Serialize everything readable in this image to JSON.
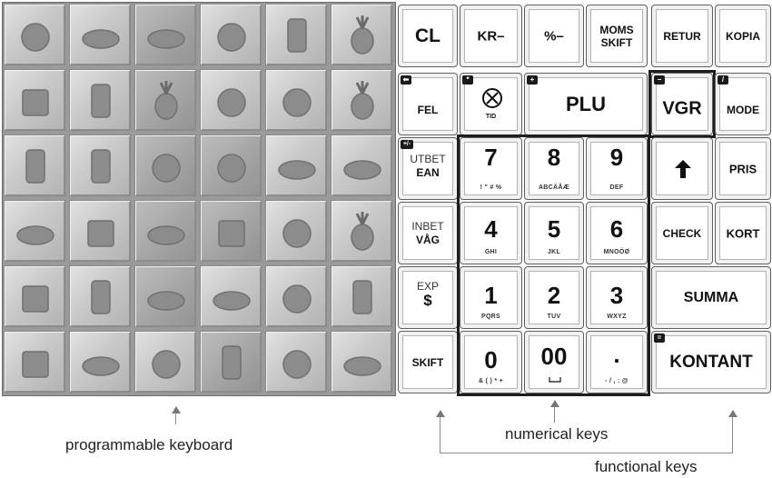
{
  "programmable_keyboard": {
    "label": "programmable keyboard",
    "items": [
      {
        "icon": "donuts-icon"
      },
      {
        "icon": "bread-loaf-icon"
      },
      {
        "icon": "sliced-bread-icon"
      },
      {
        "icon": "cherries-icon"
      },
      {
        "icon": "soda-can-icon"
      },
      {
        "icon": "pineapple-icon"
      },
      {
        "icon": "cake-slice-icon"
      },
      {
        "icon": "milk-carton-icon"
      },
      {
        "icon": "beetroot-icon"
      },
      {
        "icon": "strawberry-icon"
      },
      {
        "icon": "apples-icon"
      },
      {
        "icon": "pineapple-icon"
      },
      {
        "icon": "juice-bottle-icon"
      },
      {
        "icon": "milk-carton-icon"
      },
      {
        "icon": "garlic-icon"
      },
      {
        "icon": "plums-icon"
      },
      {
        "icon": "bananas-icon"
      },
      {
        "icon": "grapes-icon"
      },
      {
        "icon": "baguette-icon"
      },
      {
        "icon": "cheese-icon"
      },
      {
        "icon": "sausage-icon"
      },
      {
        "icon": "cheese-wedges-icon"
      },
      {
        "icon": "orange-icon"
      },
      {
        "icon": "pears-icon"
      },
      {
        "icon": "grocery-box-icon"
      },
      {
        "icon": "drink-can-icon"
      },
      {
        "icon": "grapes-icon"
      },
      {
        "icon": "lemon-icon"
      },
      {
        "icon": "oranges-icon"
      },
      {
        "icon": "glass-icon"
      },
      {
        "icon": "flour-sack-icon"
      },
      {
        "icon": "croissant-icon"
      },
      {
        "icon": "pretzel-icon"
      },
      {
        "icon": "bottles-icon"
      },
      {
        "icon": "steak-icon"
      },
      {
        "icon": "bread-roll-icon"
      }
    ]
  },
  "keys": {
    "cl": "CL",
    "kr": "KR–",
    "pct": "%–",
    "moms1": "MOMS",
    "moms2": "SKIFT",
    "retur": "RETUR",
    "kopia": "KOPIA",
    "fel": "FEL",
    "tid": "TID",
    "plu": "PLU",
    "vgr": "VGR",
    "mode": "MODE",
    "utbet": "UTBET",
    "ean": "EAN",
    "inbet": "INBET",
    "vag": "VÅG",
    "exp": "EXP",
    "dollar": "$",
    "skift": "SKIFT",
    "pris": "PRIS",
    "check": "CHECK",
    "kort": "KORT",
    "summa": "SUMMA",
    "kontant": "KONTANT",
    "n7": "7",
    "n7s": "! \" # %",
    "n8": "8",
    "n8s": "ABCÄÅÆ",
    "n9": "9",
    "n9s": "DEF",
    "n4": "4",
    "n4s": "GHI",
    "n5": "5",
    "n5s": "JKL",
    "n6": "6",
    "n6s": "MNOÖØ",
    "n1": "1",
    "n1s": "PQRS",
    "n2": "2",
    "n2s": "TUV",
    "n3": "3",
    "n3s": "WXYZ",
    "n0": "0",
    "n0s": "& ( ) * +",
    "n00": "00",
    "dot": ".",
    "dots": "- / , : @"
  },
  "captions": {
    "programmable": "programmable keyboard",
    "numerical": "numerical keys",
    "functional": "functional keys"
  }
}
